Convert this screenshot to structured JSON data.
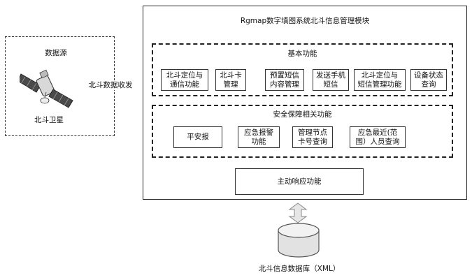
{
  "data_source": {
    "title": "数据源",
    "satellite_label": "北斗卫星"
  },
  "link_label": "北斗数据收发",
  "module": {
    "title": "Rgmap数字填图系统北斗信息管理模块",
    "basic": {
      "title": "基本功能",
      "items": [
        "北斗定位与\n通信功能",
        "北斗卡\n管理",
        "预置短信\n内容管理",
        "发送手机\n短信",
        "北斗定位与\n短信管理功能",
        "设备状态\n查询"
      ]
    },
    "security": {
      "title": "安全保障相关功能",
      "items": [
        "平安报",
        "应急报警\n功能",
        "管理节点\n卡号查询",
        "应急最近(范\n围）人员查询"
      ]
    },
    "active": {
      "title": "主动响应功能"
    }
  },
  "database": {
    "label": "北斗信息数据库（XML）"
  }
}
